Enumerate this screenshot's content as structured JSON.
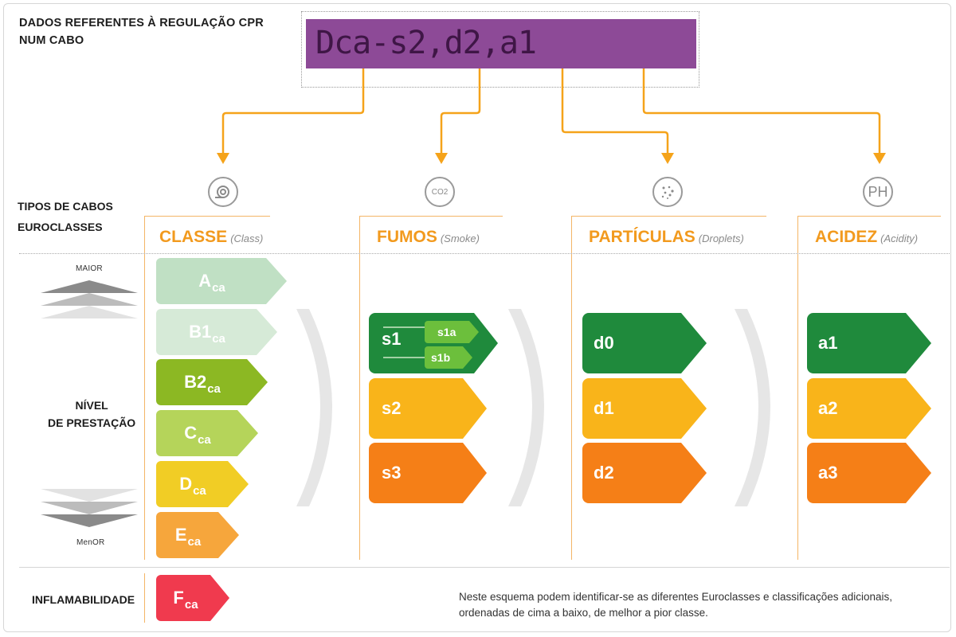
{
  "title": [
    "DADOS REFERENTES À REGULAÇÃO CPR",
    "NUM CABO"
  ],
  "tape_text": "Dca-s2,d2,a1",
  "left_labels": {
    "tipos": [
      "TIPOS DE CABOS",
      "EUROCLASSES"
    ],
    "nivel": [
      "NÍVEL",
      "DE PRESTAÇÃO"
    ],
    "maior": "MAIOR",
    "menor": "MenOR",
    "inflamabilidade": "INFLAMABILIDADE"
  },
  "columns": [
    {
      "title": "CLASSE",
      "subtitle": "(Class)",
      "icon": "cable-coil-icon"
    },
    {
      "title": "FUMOS",
      "subtitle": "(Smoke)",
      "icon": "co2-smoke-icon"
    },
    {
      "title": "PARTÍCULAS",
      "subtitle": "(Droplets)",
      "icon": "droplets-particles-icon"
    },
    {
      "title": "ACIDEZ",
      "subtitle": "(Acidity)",
      "icon": "ph-icon"
    }
  ],
  "ph_icon_text": "PH",
  "co2_icon_text": "CO2",
  "classes": [
    {
      "label": "A",
      "sub": "ca",
      "color": "#c0e0c4"
    },
    {
      "label": "B1",
      "sub": "ca",
      "color": "#d6ead7"
    },
    {
      "label": "B2",
      "sub": "ca",
      "color": "#8cb823"
    },
    {
      "label": "C",
      "sub": "ca",
      "color": "#b5d45a"
    },
    {
      "label": "D",
      "sub": "ca",
      "color": "#f1cd25"
    },
    {
      "label": "E",
      "sub": "ca",
      "color": "#f6a63c"
    }
  ],
  "inflammability": {
    "label": "F",
    "sub": "ca",
    "color": "#f03a4e"
  },
  "smoke": [
    {
      "label": "s1",
      "color": "#1f8a3c",
      "subs": [
        "s1a",
        "s1b"
      ],
      "sub_color": "#6cbf3c"
    },
    {
      "label": "s2",
      "color": "#f9b41a"
    },
    {
      "label": "s3",
      "color": "#f57f17"
    }
  ],
  "droplets": [
    {
      "label": "d0",
      "color": "#1f8a3c"
    },
    {
      "label": "d1",
      "color": "#f9b41a"
    },
    {
      "label": "d2",
      "color": "#f57f17"
    }
  ],
  "acidity": [
    {
      "label": "a1",
      "color": "#1f8a3c"
    },
    {
      "label": "a2",
      "color": "#f9b41a"
    },
    {
      "label": "a3",
      "color": "#f57f17"
    }
  ],
  "footnote": "Neste esquema podem identificar-se as diferentes Euroclasses e classificações adicionais, ordenadas de cima a baixo, de melhor a pior classe.",
  "colors": {
    "arrow": "#f5a31a",
    "heading": "#f29a1e",
    "column_line": "#f4b566"
  }
}
